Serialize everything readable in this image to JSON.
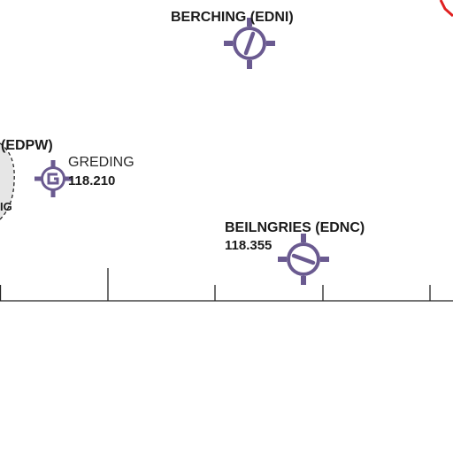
{
  "airfields": {
    "berching": {
      "name": "BERCHING (EDNI)",
      "icon": "paved-runway-airfield-icon"
    },
    "greding": {
      "name": "GREDING",
      "frequency": "118.210",
      "icon": "glider-site-icon"
    },
    "beilngries": {
      "name": "BEILNGRIES (EDNC)",
      "frequency": "118.355",
      "icon": "paved-runway-airfield-icon"
    },
    "edpw": {
      "name": "(EDPW)",
      "name_fragment": "IG"
    }
  },
  "colors": {
    "airfield_symbol": "#6a5a90",
    "text": "#1b1b1b",
    "restricted_boundary": "#e02020",
    "scale_line": "#222222",
    "airspace_fill": "#e6e6e6"
  }
}
